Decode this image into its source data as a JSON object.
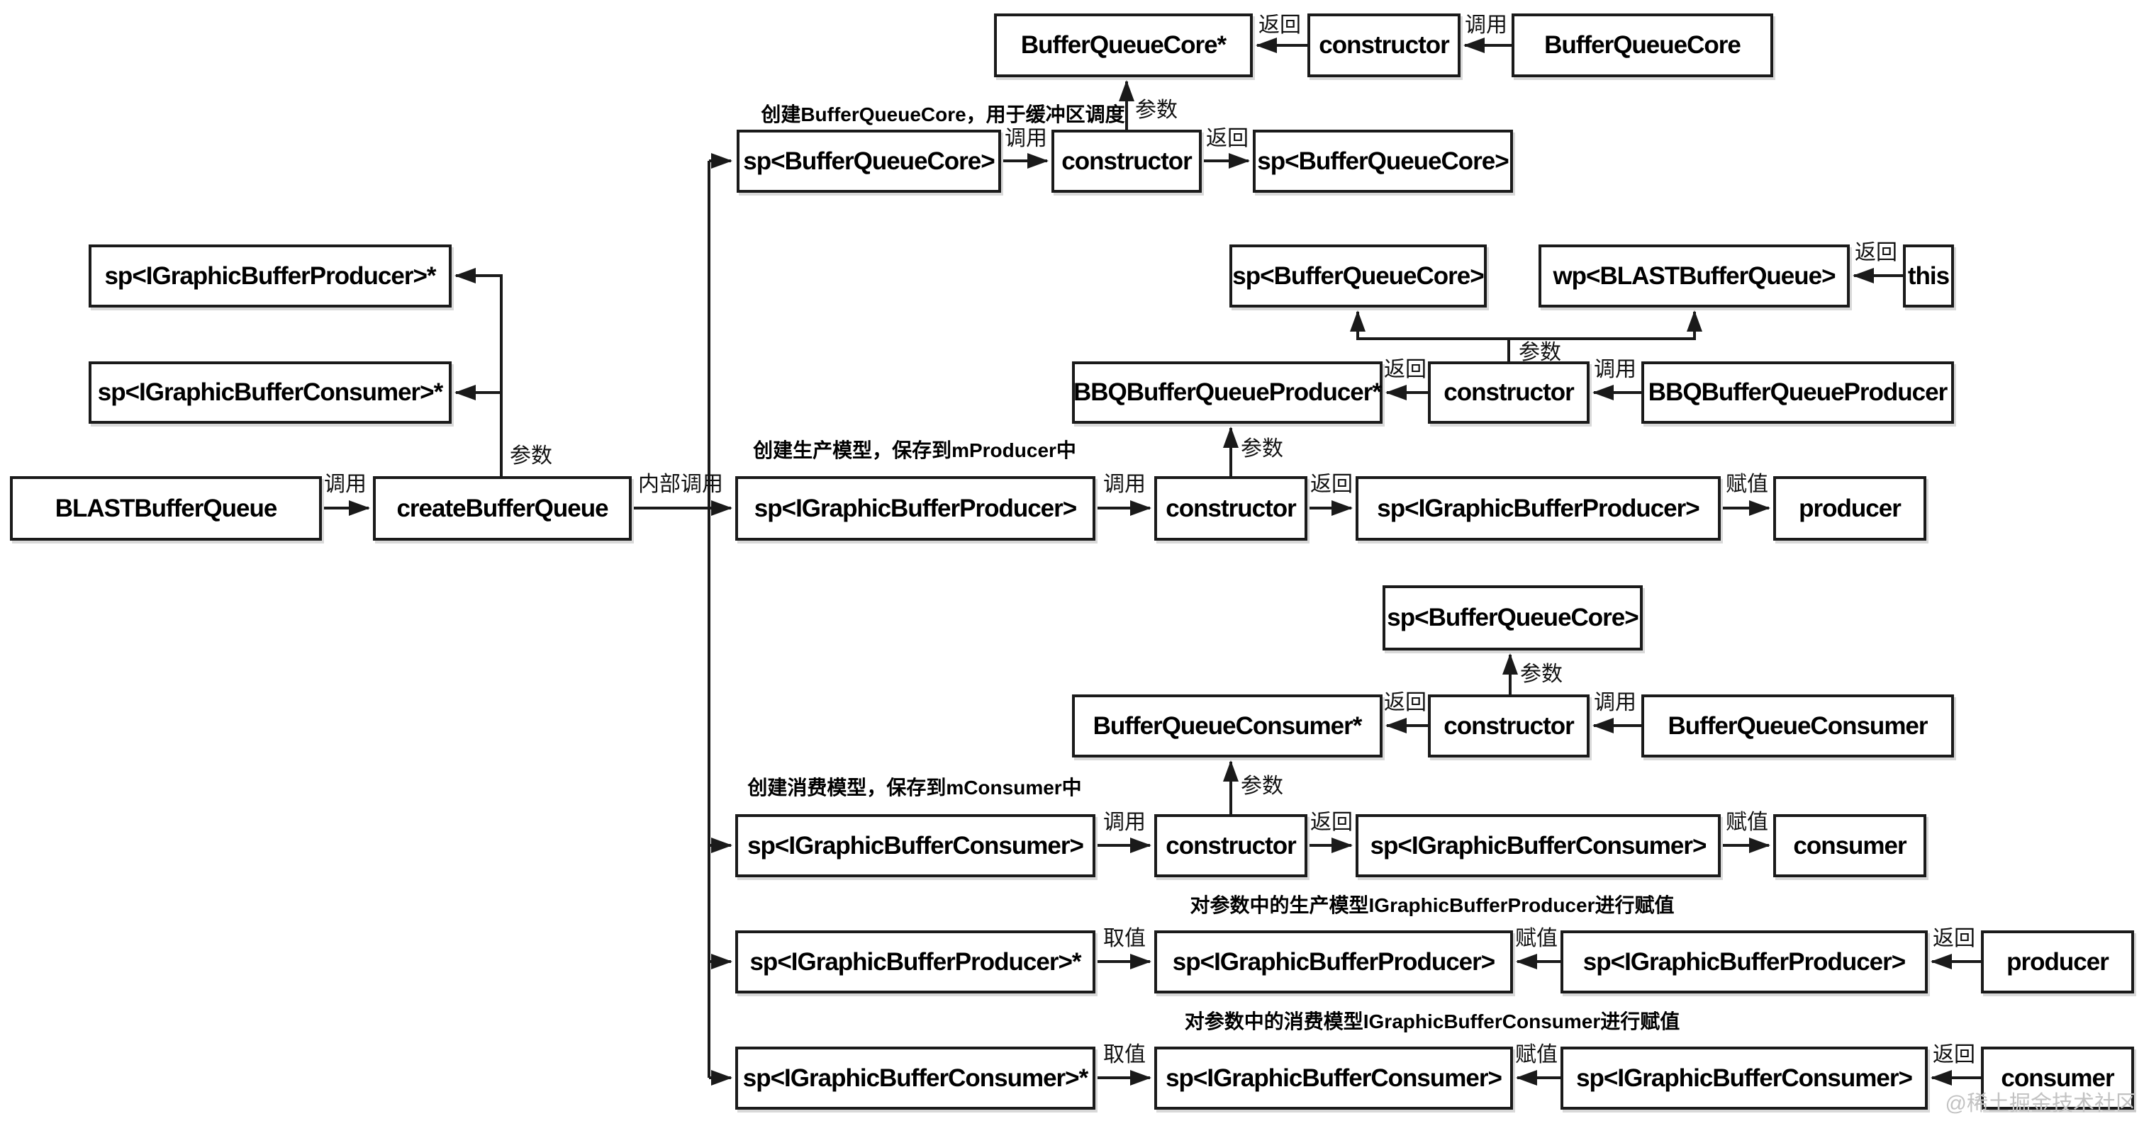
{
  "boxes": {
    "bqc_star": "BufferQueueCore*",
    "ctor_a": "constructor",
    "bqc": "BufferQueueCore",
    "sp_bqc_1": "sp<BufferQueueCore>",
    "ctor_b": "constructor",
    "sp_bqc_2": "sp<BufferQueueCore>",
    "sp_igbp_left": "sp<IGraphicBufferProducer>*",
    "sp_igbc_left": "sp<IGraphicBufferConsumer>*",
    "sp_bqc_c": "sp<BufferQueueCore>",
    "wp_blast": "wp<BLASTBufferQueue>",
    "this_box": "this",
    "bbq_producer_star": "BBQBufferQueueProducer*",
    "ctor_d": "constructor",
    "bbq_producer": "BBQBufferQueueProducer",
    "blast": "BLASTBufferQueue",
    "create": "createBufferQueue",
    "sp_igbp_e1": "sp<IGraphicBufferProducer>",
    "ctor_e": "constructor",
    "sp_igbp_e2": "sp<IGraphicBufferProducer>",
    "producer_e": "producer",
    "sp_bqc_f": "sp<BufferQueueCore>",
    "bq_consumer_star": "BufferQueueConsumer*",
    "ctor_g": "constructor",
    "bq_consumer": "BufferQueueConsumer",
    "sp_igbc_h1": "sp<IGraphicBufferConsumer>",
    "ctor_h": "constructor",
    "sp_igbc_h2": "sp<IGraphicBufferConsumer>",
    "consumer_h": "consumer",
    "sp_igbp_i1": "sp<IGraphicBufferProducer>*",
    "sp_igbp_i2": "sp<IGraphicBufferProducer>",
    "sp_igbp_i3": "sp<IGraphicBufferProducer>",
    "producer_i": "producer",
    "sp_igbc_j1": "sp<IGraphicBufferConsumer>*",
    "sp_igbc_j2": "sp<IGraphicBufferConsumer>",
    "sp_igbc_j3": "sp<IGraphicBufferConsumer>",
    "consumer_j": "consumer"
  },
  "edge_labels": {
    "a_return": "返回",
    "a_call": "调用",
    "b_param": "参数",
    "b_call": "调用",
    "b_return": "返回",
    "c_return": "返回",
    "c_param": "参数",
    "d_return": "返回",
    "d_call": "调用",
    "e_param_left": "参数",
    "e_param_up": "参数",
    "e_call_blast": "调用",
    "e_internal": "内部调用",
    "e_call": "调用",
    "e_return": "返回",
    "e_assign": "赋值",
    "f_param": "参数",
    "g_return": "返回",
    "g_call": "调用",
    "h_param": "参数",
    "h_call": "调用",
    "h_return": "返回",
    "h_assign": "赋值",
    "i_get": "取值",
    "i_assign": "赋值",
    "i_return": "返回",
    "j_get": "取值",
    "j_assign": "赋值",
    "j_return": "返回"
  },
  "annotations": {
    "ann_b": "创建BufferQueueCore，用于缓冲区调度",
    "ann_e": "创建生产模型，保存到mProducer中",
    "ann_h": "创建消费模型，保存到mConsumer中",
    "ann_i": "对参数中的生产模型IGraphicBufferProducer进行赋值",
    "ann_j": "对参数中的消费模型IGraphicBufferConsumer进行赋值"
  },
  "watermark": "@稀土掘金技术社区",
  "colors": {
    "background": "#ffffff",
    "box_border": "#1a1a1a",
    "box_bg": "#ffffff",
    "line": "#1a1a1a",
    "text": "#000000",
    "watermark": "#c2c2c2"
  }
}
